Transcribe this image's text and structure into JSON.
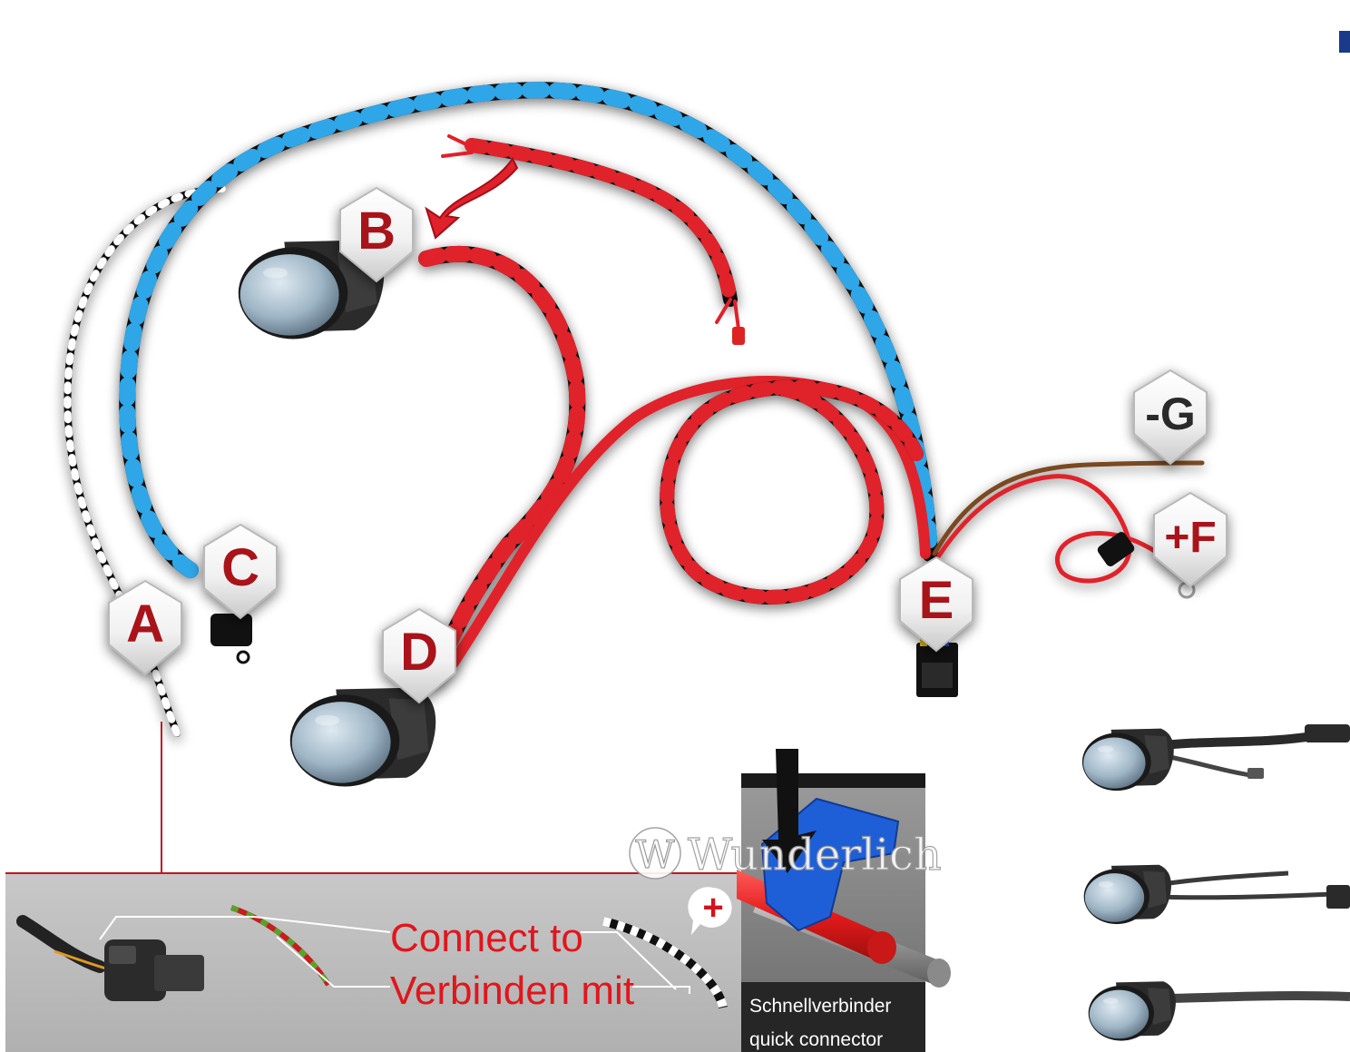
{
  "labels": {
    "a": "A",
    "b": "B",
    "c": "C",
    "d": "D",
    "e": "E",
    "f": "+F",
    "g": "-G"
  },
  "callout": {
    "line1": "Connect to",
    "line2": "Verbinden mit",
    "plus": "+"
  },
  "inset": {
    "caption_line1": "Schnellverbinder",
    "caption_line2": "quick connector"
  },
  "watermark": "Wunderlich",
  "colors": {
    "wire_blue": "#2ea6e8",
    "wire_red": "#e0202a",
    "wire_black": "#111111",
    "label_text": "#a8141a",
    "callout_text": "#e0161d",
    "panel_gray": "#bdbdbd",
    "connector_blue": "#1e5fd8"
  }
}
